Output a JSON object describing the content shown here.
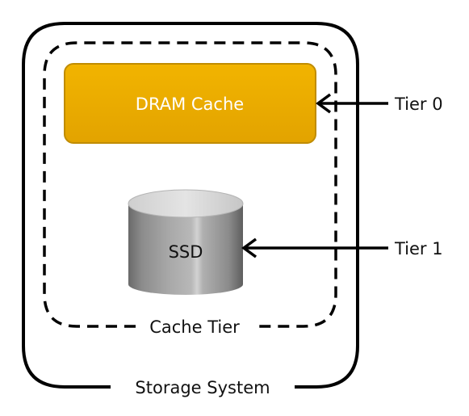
{
  "diagram": {
    "storage_system_label": "Storage System",
    "cache_tier_label": "Cache Tier",
    "dram_label": "DRAM Cache",
    "ssd_label": "SSD",
    "tier0_label": "Tier 0",
    "tier1_label": "Tier 1"
  },
  "colors": {
    "dram_fill": "#E8A800",
    "dram_border": "#C08C00",
    "outline": "#000000"
  }
}
